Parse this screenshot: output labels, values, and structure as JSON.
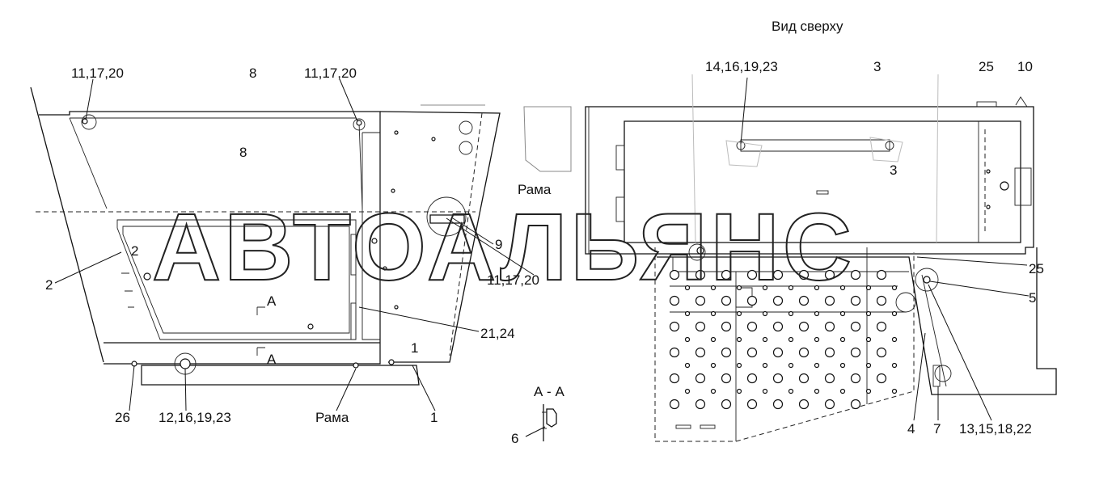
{
  "view_title": "Вид сверху",
  "frame_label": "Рама",
  "section_label": "А - А",
  "section_marker": "А",
  "watermark": "АВТОАЛЬЯНС",
  "callouts": {
    "c_11_17_20": "11,17,20",
    "c_8": "8",
    "c_14_16_19_23": "14,16,19,23",
    "c_3": "3",
    "c_25": "25",
    "c_10": "10",
    "c_2": "2",
    "c_9": "9",
    "c_5": "5",
    "c_21_24": "21,24",
    "c_26": "26",
    "c_12_16_19_23": "12,16,19,23",
    "c_1": "1",
    "c_6": "6",
    "c_4": "4",
    "c_7": "7",
    "c_13_15_18_22": "13,15,18,22"
  }
}
